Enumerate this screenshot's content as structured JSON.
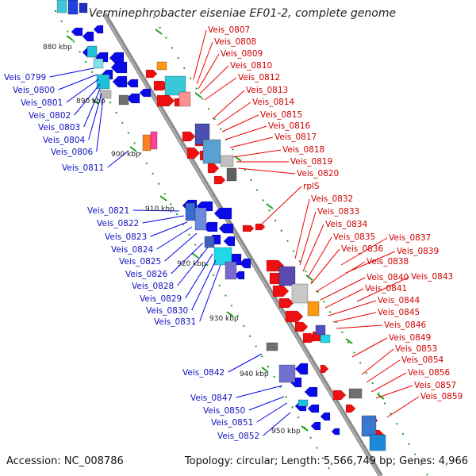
{
  "header": {
    "title": "Verminephrobacter eiseniae EF01-2, complete genome"
  },
  "footer": {
    "accession": "Accession: NC_008786",
    "summary": "Topology: circular; Length: 5,566,749 bp; Genes: 4,966"
  },
  "colors": {
    "backbone": "#8c8c8c",
    "left_strand_gene": "#0000ee",
    "right_strand_gene": "#ee0000",
    "tick": "#1aa01a",
    "label_text": "#222222"
  },
  "ticks": [
    "880 kbp",
    "890 kbp",
    "900 kbp",
    "910 kbp",
    "920 kbp",
    "930 kbp",
    "940 kbp",
    "950 kbp"
  ],
  "left_labels": [
    "Veis_0799",
    "Veis_0800",
    "Veis_0801",
    "Veis_0802",
    "Veis_0803",
    "Veis_0804",
    "Veis_0806",
    "Veis_0811",
    "Veis_0821",
    "Veis_0822",
    "Veis_0823",
    "Veis_0824",
    "Veis_0825",
    "Veis_0826",
    "Veis_0828",
    "Veis_0829",
    "Veis_0830",
    "Veis_0831",
    "Veis_0842",
    "Veis_0847",
    "Veis_0850",
    "Veis_0851",
    "Veis_0852"
  ],
  "right_labels": [
    "Veis_0807",
    "Veis_0808",
    "Veis_0809",
    "Veis_0810",
    "Veis_0812",
    "Veis_0813",
    "Veis_0814",
    "Veis_0815",
    "Veis_0816",
    "Veis_0817",
    "Veis_0818",
    "Veis_0819",
    "Veis_0820",
    "rplS",
    "Veis_0832",
    "Veis_0833",
    "Veis_0834",
    "Veis_0835",
    "Veis_0836",
    "Veis_0838",
    "Veis_0840",
    "Veis_0841",
    "Veis_0844",
    "Veis_0845",
    "Veis_0846",
    "Veis_0849",
    "Veis_0853",
    "Veis_0854",
    "Veis_0856",
    "Veis_0857",
    "Veis_0859",
    "Veis_0837",
    "Veis_0839",
    "Veis_0843"
  ]
}
